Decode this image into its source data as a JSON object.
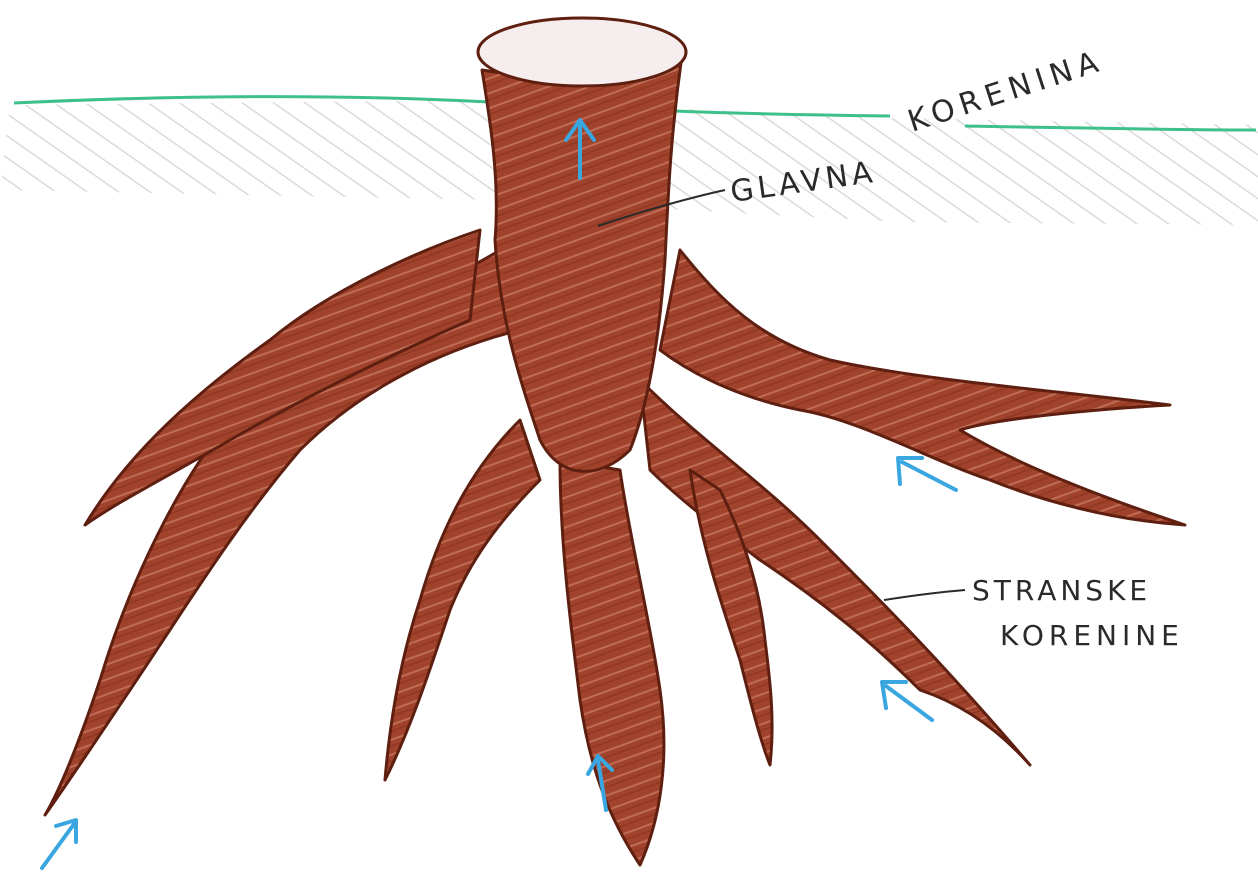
{
  "labels": {
    "main_root_line1": "GLAVNA",
    "main_root_line2": "KORENINA",
    "side_roots_line1": "STRANSKE",
    "side_roots_line2": "KORENINE"
  },
  "colors": {
    "root": "#9a3a24",
    "root_dark": "#6e2414",
    "root_light": "#c56a52",
    "ground_line": "#3ec08a",
    "soil_hatch": "#d9d9d9",
    "arrow": "#3aa6e0",
    "ink": "#2a2a2a"
  }
}
